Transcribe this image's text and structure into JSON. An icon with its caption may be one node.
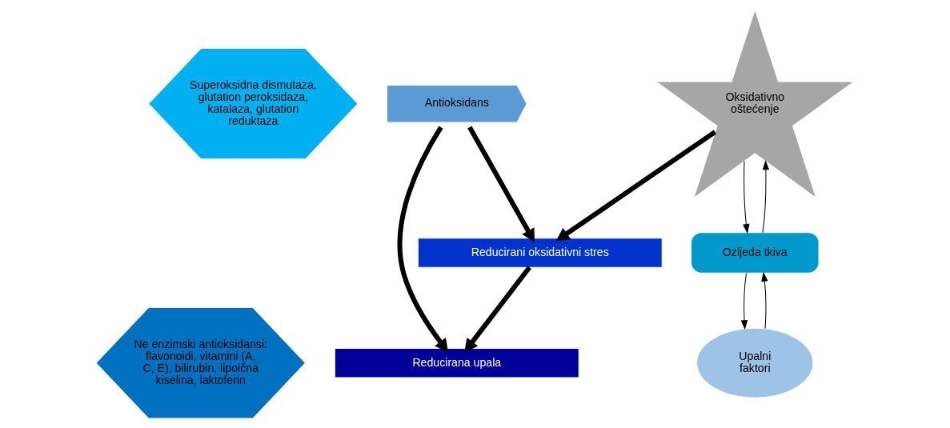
{
  "diagram": {
    "nodes": [
      {
        "text": [
          "Superoksidna dismutaza, glutation peroksidaza, katalaza, glutation reduktaza"
        ]
      },
      {
        "text": [
          "Ne enzimski antioksidansi: flavonoidi, vitamini (A, C, E), bilirubin, lipoična kiselina, laktoferin"
        ]
      },
      {
        "text": [
          "Antioksidans"
        ]
      },
      {
        "text": [
          "Oksidativno oštećenje"
        ]
      },
      {
        "text": [
          "Ozljeda tkiva"
        ]
      },
      {
        "text": [
          "Upalni faktori"
        ]
      },
      {
        "text": [
          "Reducirani oksidativni stres"
        ]
      },
      {
        "text": [
          "Reducirana upala"
        ]
      }
    ],
    "edges": [
      {
        "from": 3,
        "to": 4,
        "arrow": "to"
      },
      {
        "from": 4,
        "to": 3,
        "arrow": "to"
      },
      {
        "from": 4,
        "to": 5,
        "arrow": "to"
      },
      {
        "from": 5,
        "to": 4,
        "arrow": "to"
      },
      {
        "from": 2,
        "to": 6,
        "arrow": "to",
        "style": "thick"
      },
      {
        "from": 3,
        "to": 6,
        "arrow": "to",
        "style": "thick"
      },
      {
        "from": 6,
        "to": 7,
        "arrow": "to",
        "style": "thick"
      },
      {
        "from": 2,
        "to": 7,
        "arrow": "to",
        "style": "thick"
      }
    ]
  }
}
